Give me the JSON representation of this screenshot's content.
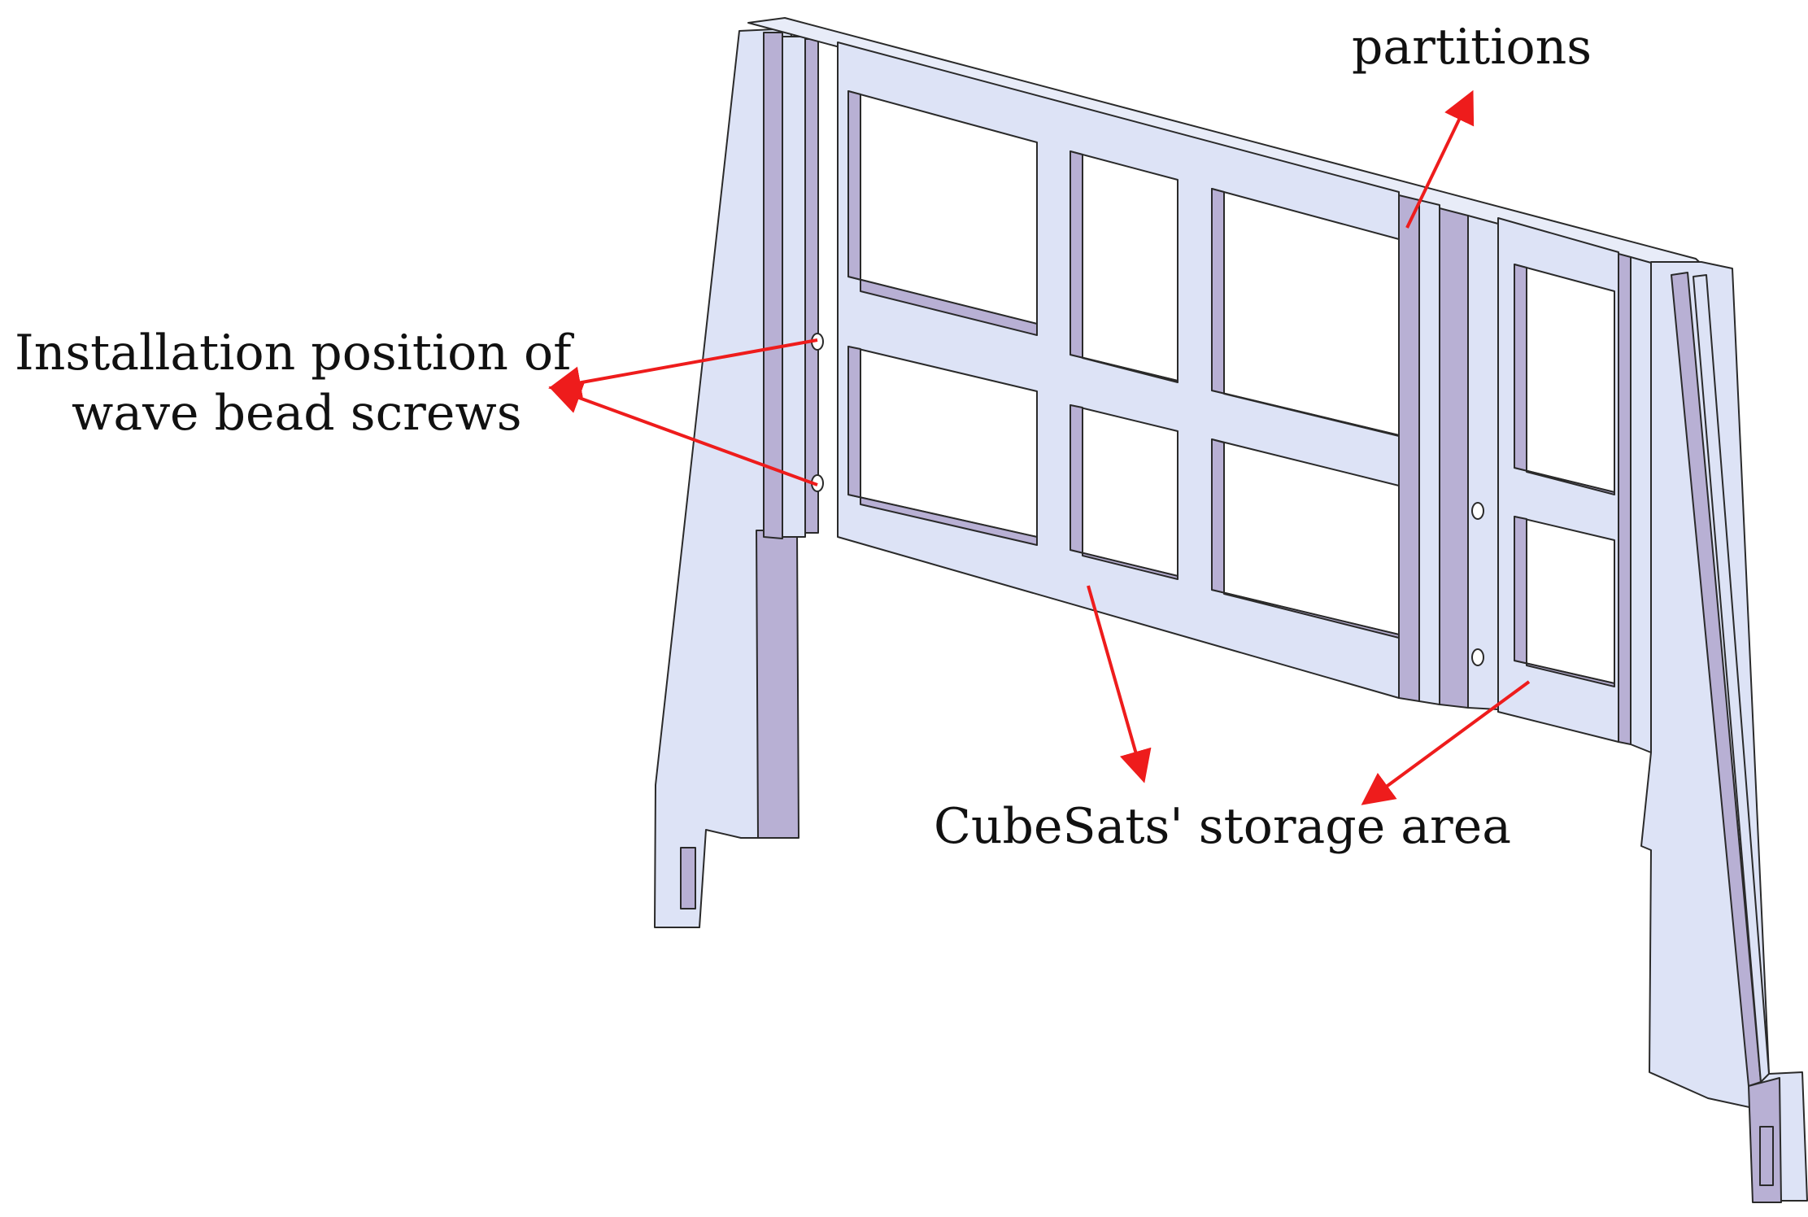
{
  "labels": {
    "partitions": "partitions",
    "installation_line1": "Installation position of",
    "installation_line2": "wave bead screws",
    "storage_area": "CubeSats' storage area"
  },
  "colors": {
    "face_light": "#dde3f6",
    "face_dark": "#b8b0d4",
    "outline": "#2a2a2a",
    "arrow": "#ee1c1c",
    "text": "#111111"
  }
}
